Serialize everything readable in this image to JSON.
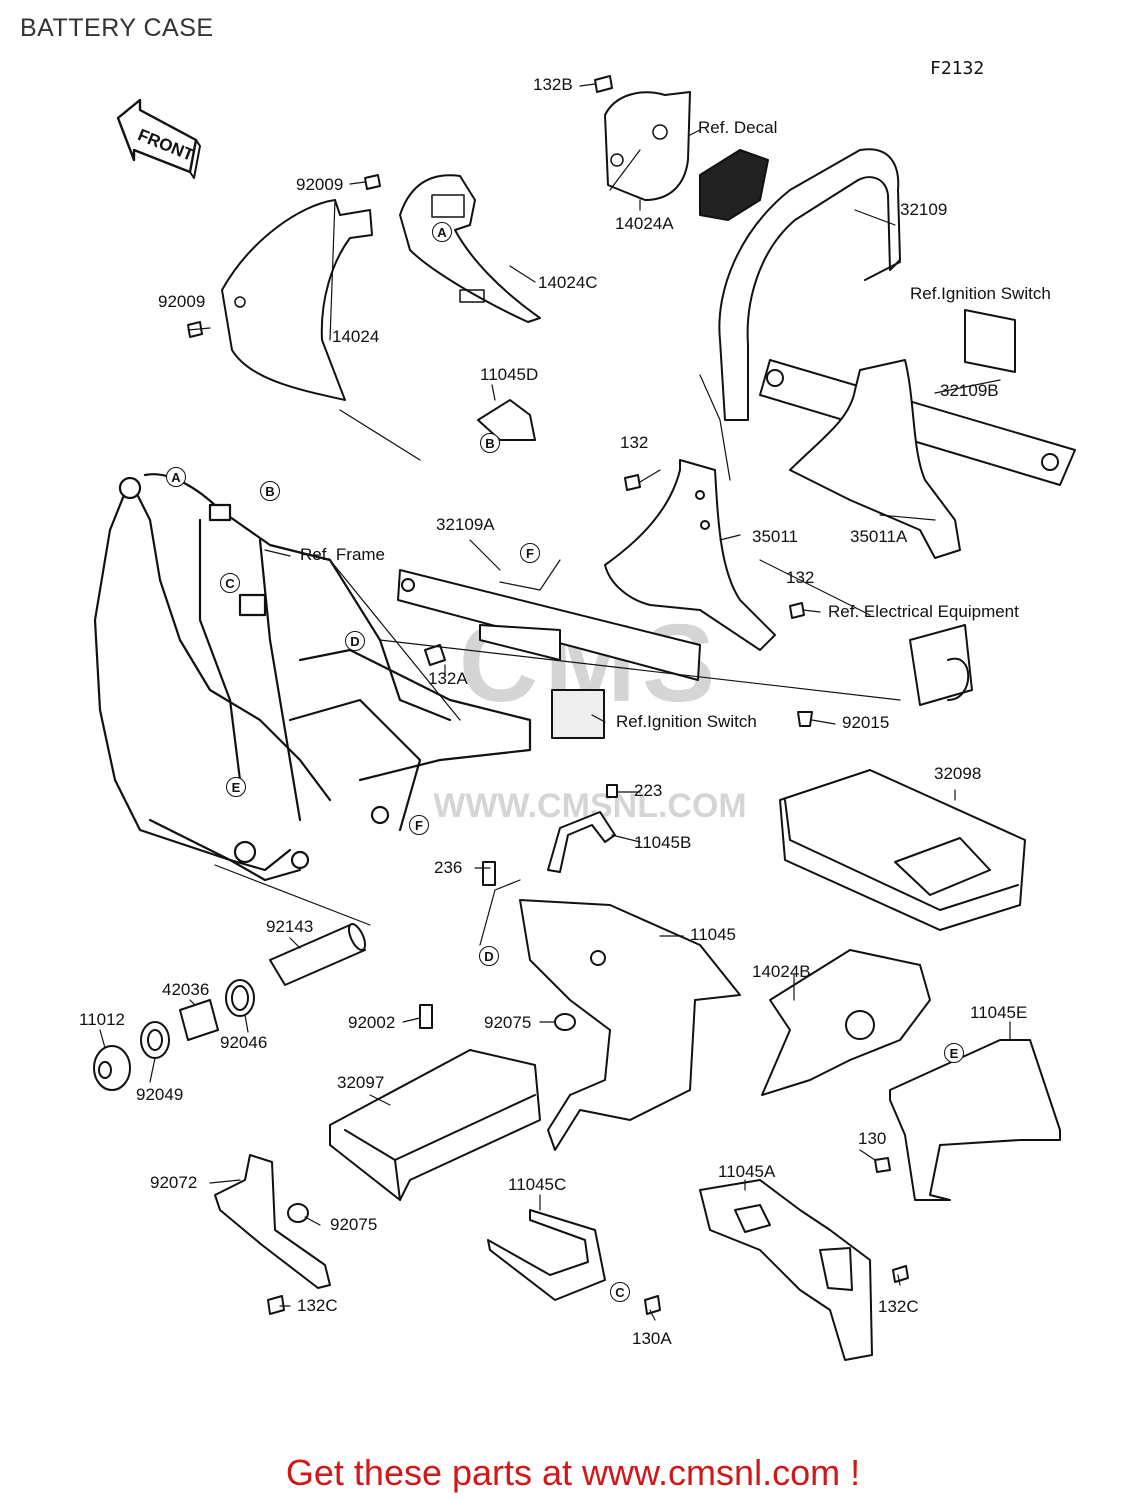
{
  "title": "BATTERY CASE",
  "figure_code": "F2132",
  "front_arrow": "FRONT",
  "footer_link": "Get these parts at www.cmsnl.com !",
  "watermark": {
    "brand": "CMS",
    "url": "WWW.CMSNL.COM"
  },
  "labels": {
    "p132B": "132B",
    "refDecal": "Ref. Decal",
    "p32109": "32109",
    "p92009a": "92009",
    "p14024A": "14024A",
    "refIgn1": "Ref.Ignition Switch",
    "p92009b": "92009",
    "p14024C": "14024C",
    "p14024": "14024",
    "p11045D": "11045D",
    "p32109B": "32109B",
    "p132a": "132",
    "refFrame": "Ref. Frame",
    "p32109A": "32109A",
    "p35011": "35011",
    "p35011A": "35011A",
    "p132b": "132",
    "refElec": "Ref. Electrical Equipment",
    "p132A": "132A",
    "refIgn2": "Ref.Ignition Switch",
    "p92015": "92015",
    "p223": "223",
    "p32098": "32098",
    "p11045B": "11045B",
    "p236": "236",
    "p92143": "92143",
    "p11045": "11045",
    "p14024B": "14024B",
    "p42036": "42036",
    "p11012": "11012",
    "p92002": "92002",
    "p92075a": "92075",
    "p11045E": "11045E",
    "p92046": "92046",
    "p92049": "92049",
    "p32097": "32097",
    "p130": "130",
    "p92072": "92072",
    "p11045C": "11045C",
    "p11045A": "11045A",
    "p92075b": "92075",
    "p132Ca": "132C",
    "p132Cb": "132C",
    "p130A": "130A"
  },
  "refs": {
    "A": "A",
    "B": "B",
    "C": "C",
    "D": "D",
    "E": "E",
    "F": "F"
  }
}
